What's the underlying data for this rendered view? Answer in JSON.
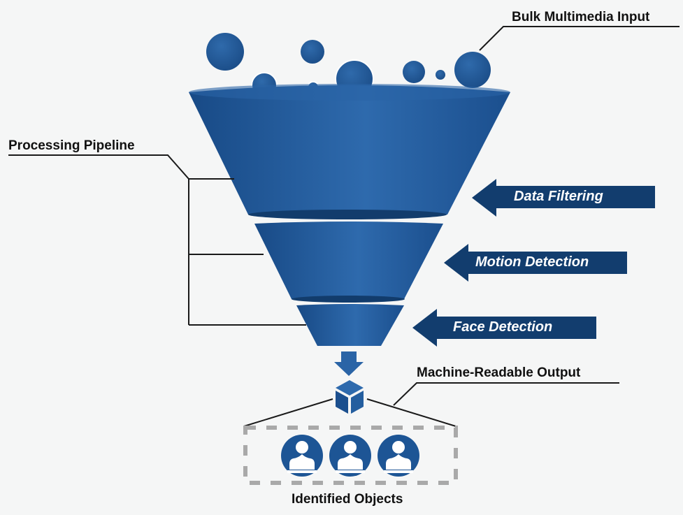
{
  "labels": {
    "input": "Bulk Multimedia Input",
    "pipeline": "Processing Pipeline",
    "output": "Machine-Readable Output",
    "objects": "Identified Objects"
  },
  "stages": [
    {
      "label": "Data Filtering"
    },
    {
      "label": "Motion Detection"
    },
    {
      "label": "Face Detection"
    }
  ],
  "colors": {
    "funnel_dark": "#1a4f8e",
    "funnel_light": "#2f6db0",
    "arrow": "#123d6e",
    "connector": "#1a1a1a",
    "dash_box": "#a9a9a9",
    "background": "#f5f6f6"
  },
  "icons": {
    "output": "cube-icon",
    "objects": "person-icon"
  }
}
